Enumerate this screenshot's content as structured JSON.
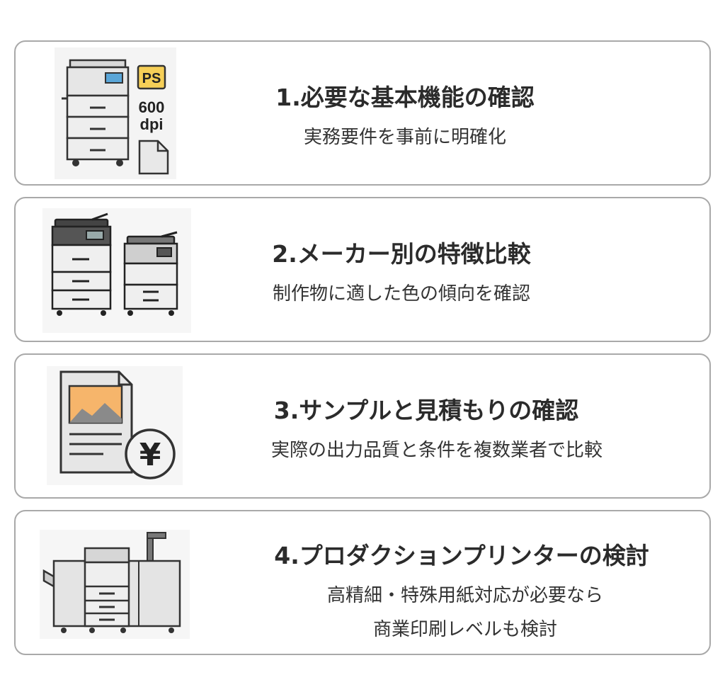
{
  "steps": [
    {
      "title": "1.必要な基本機能の確認",
      "subtitle": "実務要件を事前に明確化",
      "icon": "printer-with-spec-icon",
      "badge_ps": "PS",
      "badge_600": "600",
      "badge_dpi": "dpi"
    },
    {
      "title": "2.メーカー別の特徴比較",
      "subtitle": "制作物に適した色の傾向を確認",
      "icon": "two-printers-icon"
    },
    {
      "title": "3.サンプルと見積もりの確認",
      "subtitle": "実際の出力品質と条件を複数業者で比較",
      "icon": "sample-and-yen-icon",
      "yen": "¥"
    },
    {
      "title": "4.プロダクションプリンターの検討",
      "subtitle_line1": "高精細・特殊用紙対応が必要なら",
      "subtitle_line2": "商業印刷レベルも検討",
      "icon": "production-printer-icon"
    }
  ]
}
